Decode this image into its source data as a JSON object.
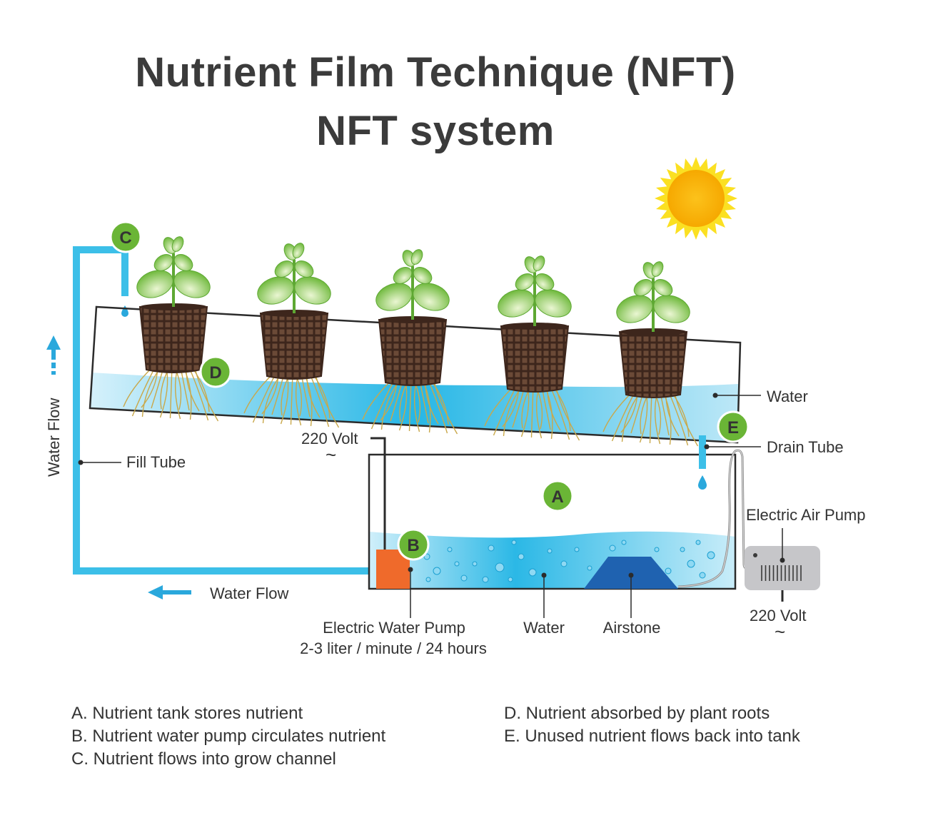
{
  "title": {
    "line1": "Nutrient Film Technique (NFT)",
    "line2": "NFT system"
  },
  "markers": {
    "a": "A",
    "b": "B",
    "c": "C",
    "d": "D",
    "e": "E"
  },
  "labels": {
    "water_channel": "Water",
    "drain_tube": "Drain Tube",
    "fill_tube": "Fill Tube",
    "water_flow_vertical": "Water Flow",
    "water_flow_horizontal": "Water Flow",
    "volt_pump": "220 Volt",
    "volt_air": "220 Volt",
    "ac_symbol": "~",
    "electric_air_pump": "Electric Air Pump",
    "electric_water_pump": "Electric Water Pump",
    "pump_rate": "2-3 liter / minute / 24 hours",
    "water_tank": "Water",
    "airstone": "Airstone"
  },
  "legend": {
    "left": [
      "A. Nutrient tank stores nutrient",
      "B. Nutrient water pump circulates nutrient",
      "C. Nutrient flows into grow channel"
    ],
    "right": [
      "D. Nutrient absorbed by plant roots",
      "E. Unused nutrient flows back into tank"
    ]
  },
  "colors": {
    "marker_green": "#6ab536",
    "pipe_blue": "#3cbfe8",
    "water_light": "#bfe9f7",
    "water_deep": "#21b5e5",
    "pump_orange": "#ef6a2b",
    "airstone_blue": "#1f62b0",
    "sun_yellow": "#fbb917",
    "pot_brown": "#4a2e22",
    "leaf_green": "#7cc243",
    "air_pump_grey": "#c9c9cc"
  },
  "icons": [
    "sun-icon",
    "plant-icon",
    "net-pot-icon",
    "roots-icon",
    "air-pump-icon",
    "water-pump-icon",
    "airstone-icon",
    "droplet-icon",
    "arrow-up-icon",
    "arrow-left-icon"
  ]
}
